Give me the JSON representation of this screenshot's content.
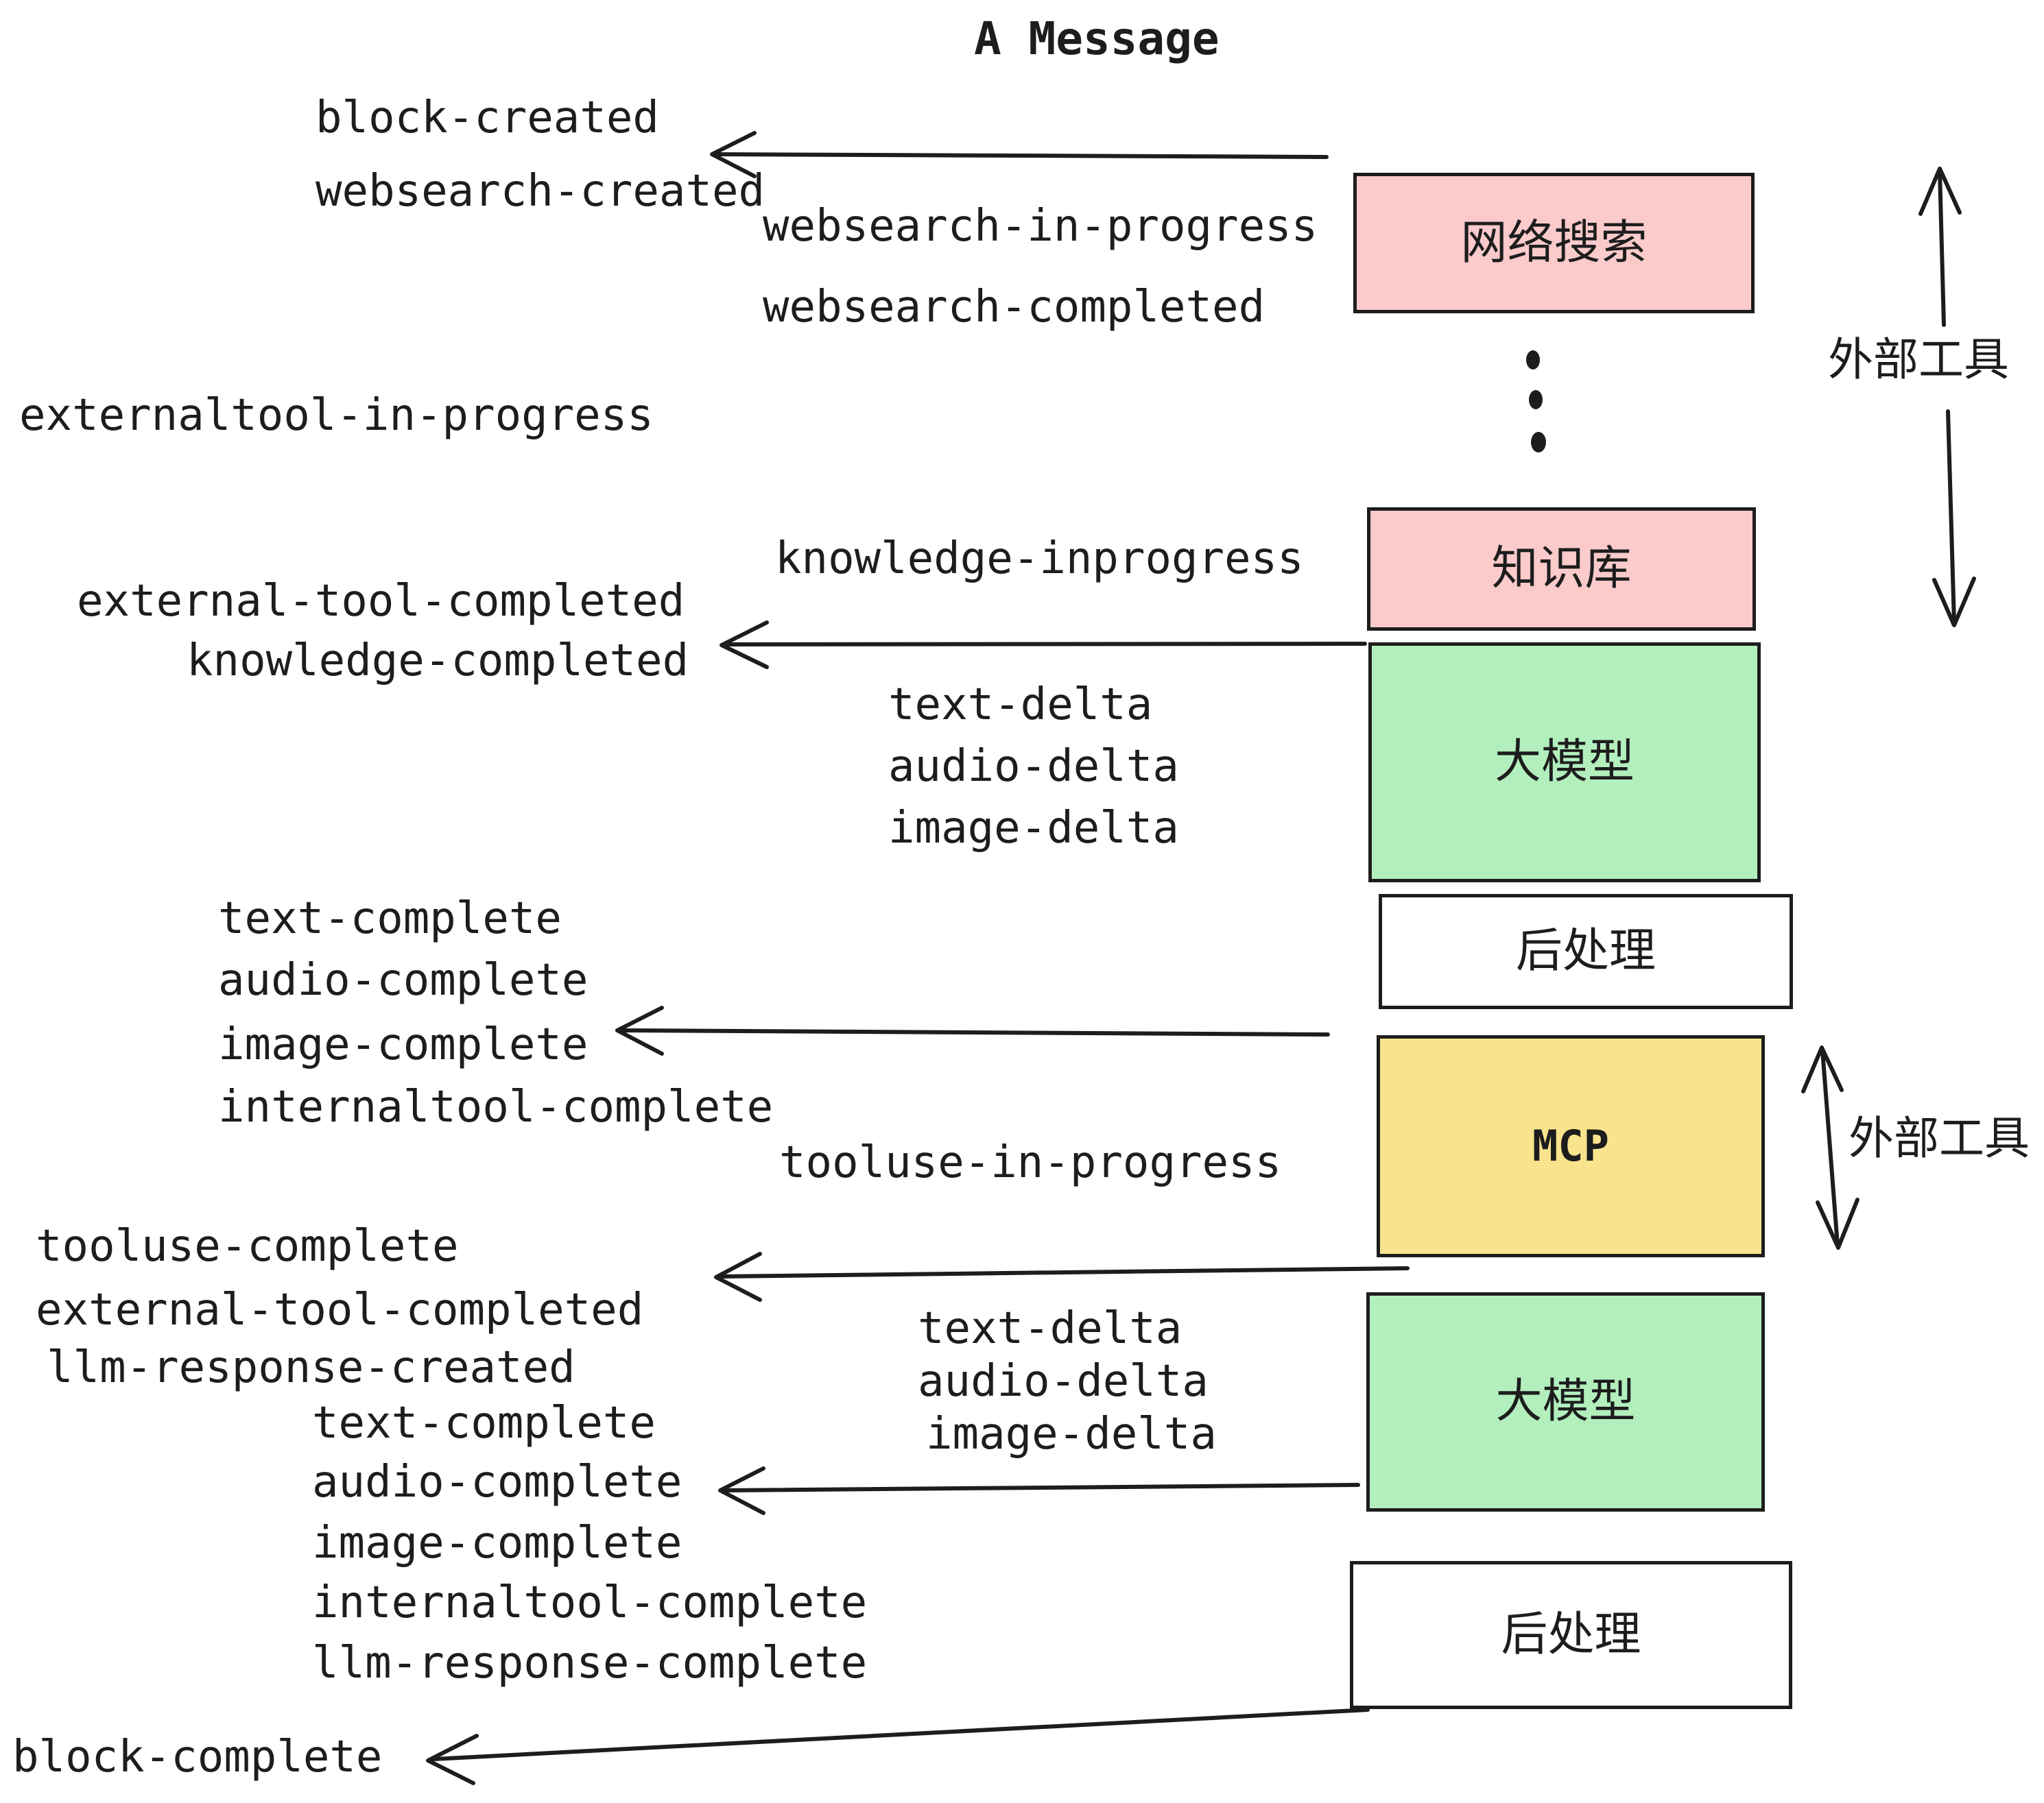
{
  "title": "A Message",
  "events": {
    "block_created": "block-created",
    "websearch_created": "websearch-created",
    "websearch_in_progress": "websearch-in-progress",
    "websearch_completed": "websearch-completed",
    "externaltool_in_progress": "externaltool-in-progress",
    "knowledge_inprogress": "knowledge-inprogress",
    "external_tool_completed_1": "external-tool-completed",
    "knowledge_completed": "knowledge-completed",
    "text_delta_1": "text-delta",
    "audio_delta_1": "audio-delta",
    "image_delta_1": "image-delta",
    "text_complete_1": "text-complete",
    "audio_complete_1": "audio-complete",
    "image_complete_1": "image-complete",
    "internaltool_complete_1": "internaltool-complete",
    "tooluse_in_progress": "tooluse-in-progress",
    "tooluse_complete": "tooluse-complete",
    "external_tool_completed_2": "external-tool-completed",
    "llm_response_created": "llm-response-created",
    "text_delta_2": "text-delta",
    "audio_delta_2": "audio-delta",
    "image_delta_2": "image-delta",
    "text_complete_2": "text-complete",
    "audio_complete_2": "audio-complete",
    "image_complete_2": "image-complete",
    "internaltool_complete_2": "internaltool-complete",
    "llm_response_complete": "llm-response-complete",
    "block_complete": "block-complete"
  },
  "boxes": {
    "websearch": {
      "label": "网络搜索",
      "fill": "#FBCACA"
    },
    "knowledge": {
      "label": "知识库",
      "fill": "#FBCACA"
    },
    "llm_top": {
      "label": "大模型",
      "fill": "#B2EFBD"
    },
    "postprocess_top": {
      "label": "后处理",
      "fill": "#FFFFFF"
    },
    "mcp": {
      "label": "MCP",
      "fill": "#F9E38D"
    },
    "llm_bottom": {
      "label": "大模型",
      "fill": "#B2EFBD"
    },
    "postprocess_bottom": {
      "label": "后处理",
      "fill": "#FFFFFF"
    }
  },
  "side_labels": {
    "external_tool_top": "外部工具",
    "external_tool_bottom": "外部工具"
  },
  "colors": {
    "ink": "#1d1d1d",
    "pink": "#FBCACA",
    "green": "#B2EFBD",
    "yellow": "#F9E38D",
    "white": "#FFFFFF"
  }
}
